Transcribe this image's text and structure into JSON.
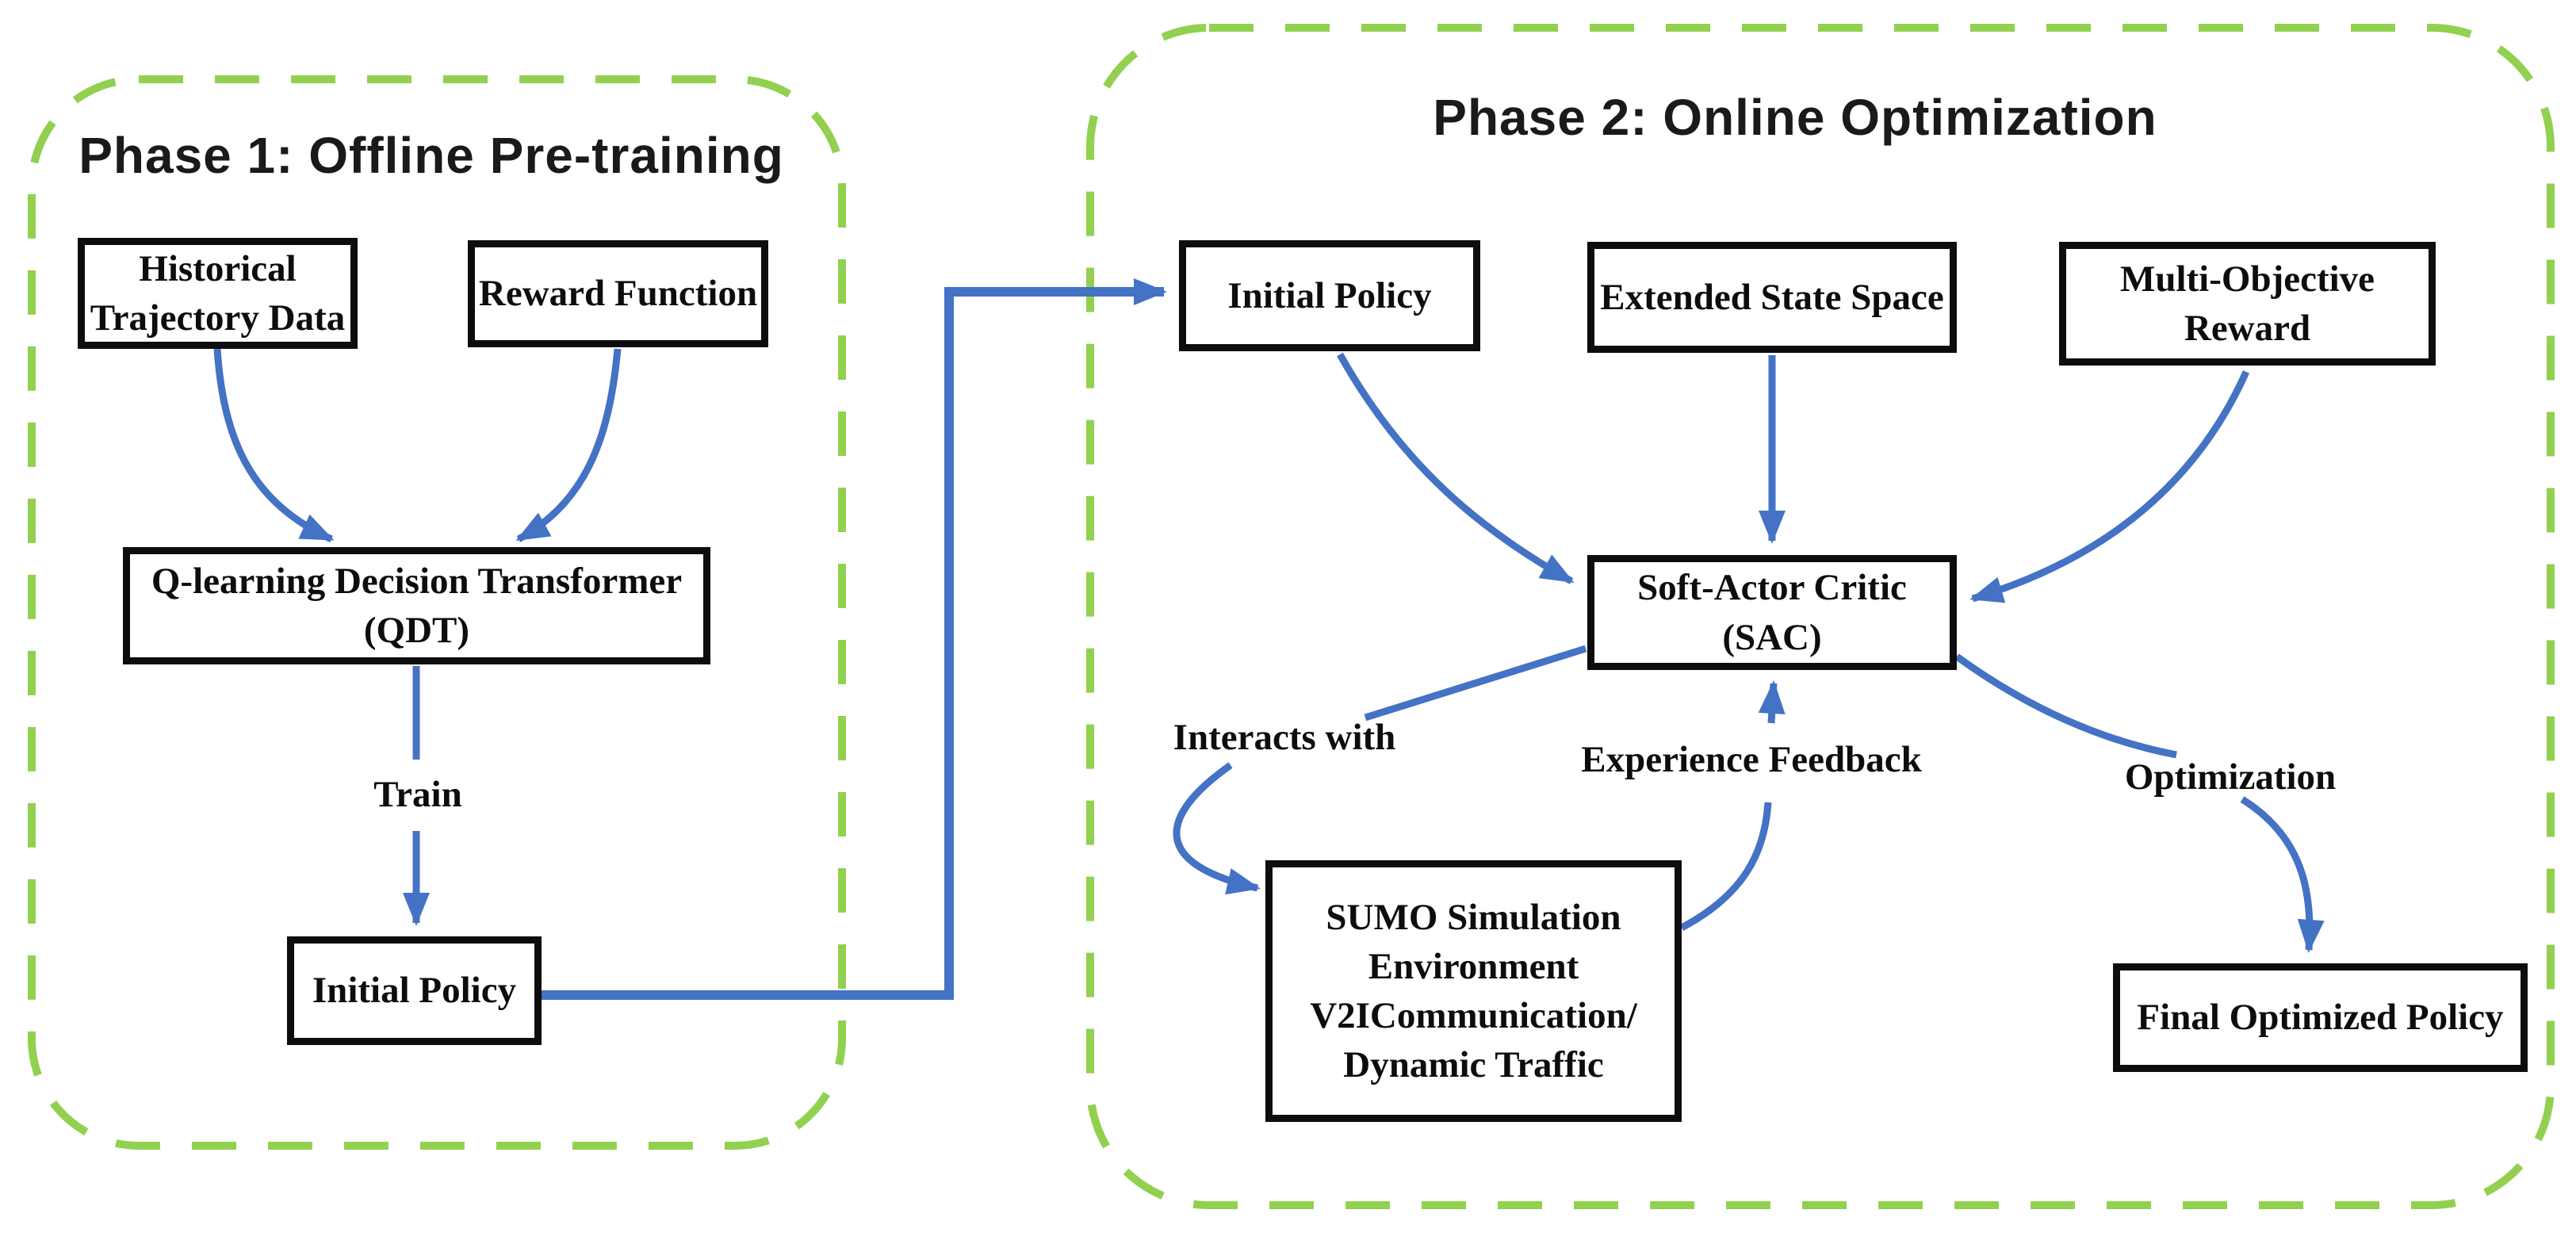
{
  "diagram": {
    "colors": {
      "arrow_blue": "#4472c4",
      "container_green": "#92d050",
      "box_border": "#0d0d0d",
      "background": "#ffffff"
    },
    "phase1": {
      "title": "Phase 1: Offline Pre-training",
      "nodes": {
        "historical_trajectory_data": "Historical\nTrajectory Data",
        "reward_function": "Reward Function",
        "qdt": "Q-learning Decision Transformer\n(QDT)",
        "initial_policy": "Initial Policy"
      },
      "edge_labels": {
        "train": "Train"
      }
    },
    "phase2": {
      "title": "Phase 2: Online Optimization",
      "nodes": {
        "initial_policy": "Initial Policy",
        "extended_state_space": "Extended State Space",
        "multi_objective_reward": "Multi-Objective\nReward",
        "sac": "Soft-Actor Critic\n(SAC)",
        "sumo": "SUMO Simulation\nEnvironment\nV2ICommunication/\nDynamic Traffic",
        "final_optimized_policy": "Final Optimized Policy"
      },
      "edge_labels": {
        "interacts_with": "Interacts with",
        "experience_feedback": "Experience Feedback",
        "optimization": "Optimization"
      }
    }
  }
}
